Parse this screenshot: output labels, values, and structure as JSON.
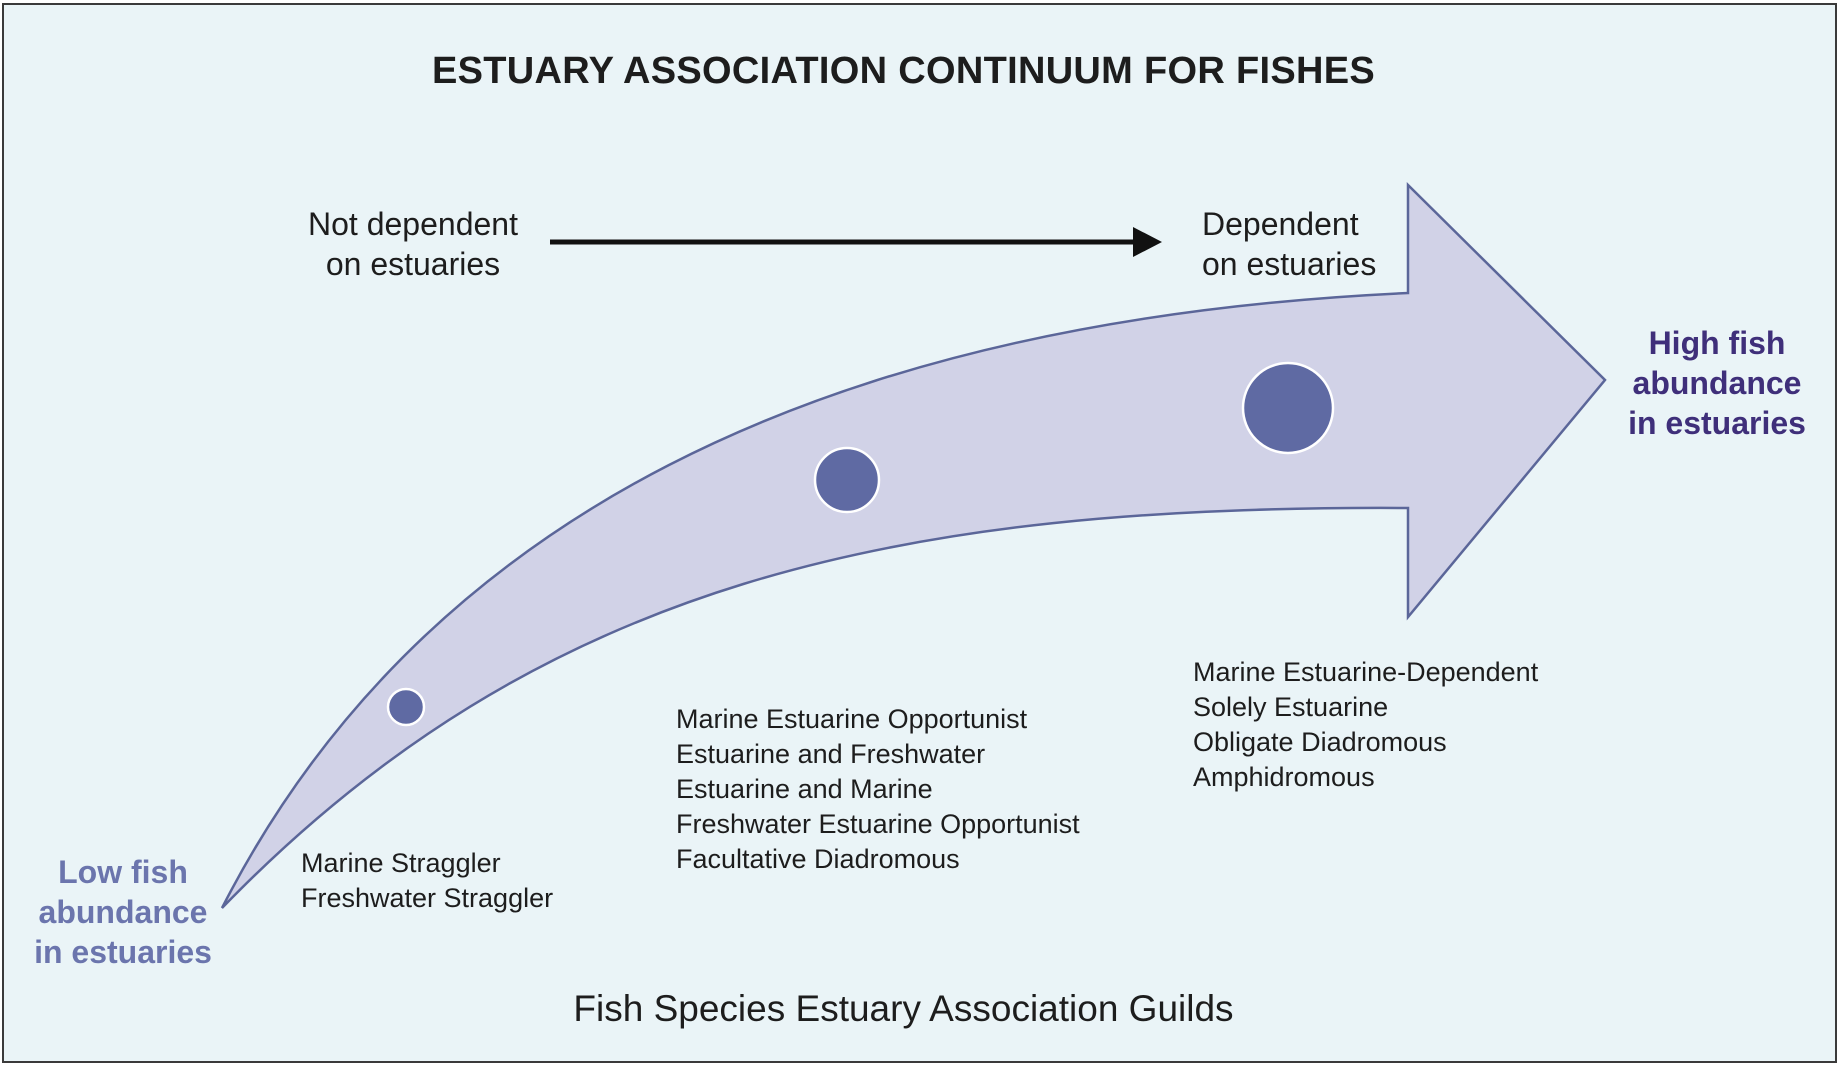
{
  "title": "ESTUARY ASSOCIATION CONTINUUM FOR FISHES",
  "dependency": {
    "left": [
      "Not dependent",
      "on estuaries"
    ],
    "right": [
      "Dependent",
      "on estuaries"
    ]
  },
  "abundance": {
    "low": [
      "Low fish",
      "abundance",
      "in estuaries"
    ],
    "high": [
      "High fish",
      "abundance",
      "in estuaries"
    ]
  },
  "guild_groups": [
    [
      "Marine Straggler",
      "Freshwater Straggler"
    ],
    [
      "Marine Estuarine Opportunist",
      "Estuarine and Freshwater",
      "Estuarine and Marine",
      "Freshwater Estuarine Opportunist",
      "Facultative Diadromous"
    ],
    [
      "Marine Estuarine-Dependent",
      "Solely Estuarine",
      "Obligate Diadromous",
      "Amphidromous"
    ]
  ],
  "footer": "Fish Species Estuary Association Guilds",
  "colors": {
    "background": "#eaf4f7",
    "arrow_fill": "#d1d2e7",
    "arrow_stroke": "#5b6699",
    "circle_fill": "#5f6aa3",
    "low_text": "#6b75ad",
    "high_text": "#3f2f7a"
  }
}
